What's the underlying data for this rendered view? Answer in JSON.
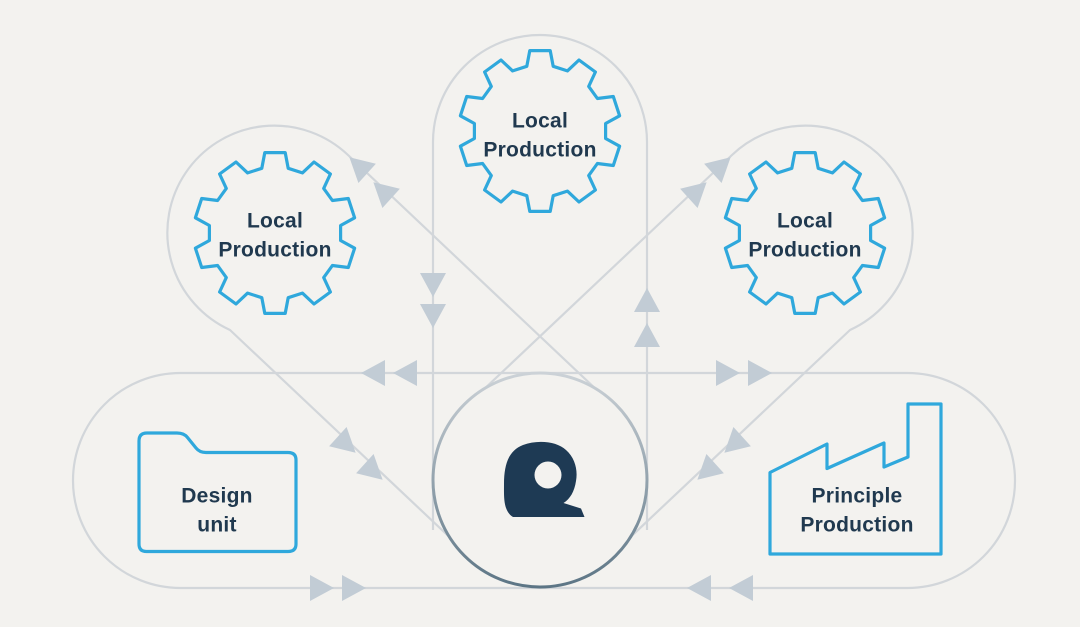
{
  "colors": {
    "background": "#f3f2ef",
    "line": "#d2d6da",
    "arrow": "#c2ccd5",
    "accent": "#2fa8dc",
    "navy": "#20394f",
    "logo_navy": "#1e3a54",
    "circle_edge_top": "#ccd2d7",
    "circle_edge_bottom": "#5c7585"
  },
  "icons": {
    "hub_logo": "q-brand-logo",
    "gear": "gear-icon",
    "folder": "folder-icon",
    "factory": "factory-icon",
    "flow_arrow": "chevron-arrow-icon"
  },
  "nodes": {
    "local_production_top": {
      "line1": "Local",
      "line2": "Production"
    },
    "local_production_left": {
      "line1": "Local",
      "line2": "Production"
    },
    "local_production_right": {
      "line1": "Local",
      "line2": "Production"
    },
    "design_unit": {
      "line1": "Design",
      "line2": "unit"
    },
    "principle_production": {
      "line1": "Principle",
      "line2": "Production"
    }
  }
}
